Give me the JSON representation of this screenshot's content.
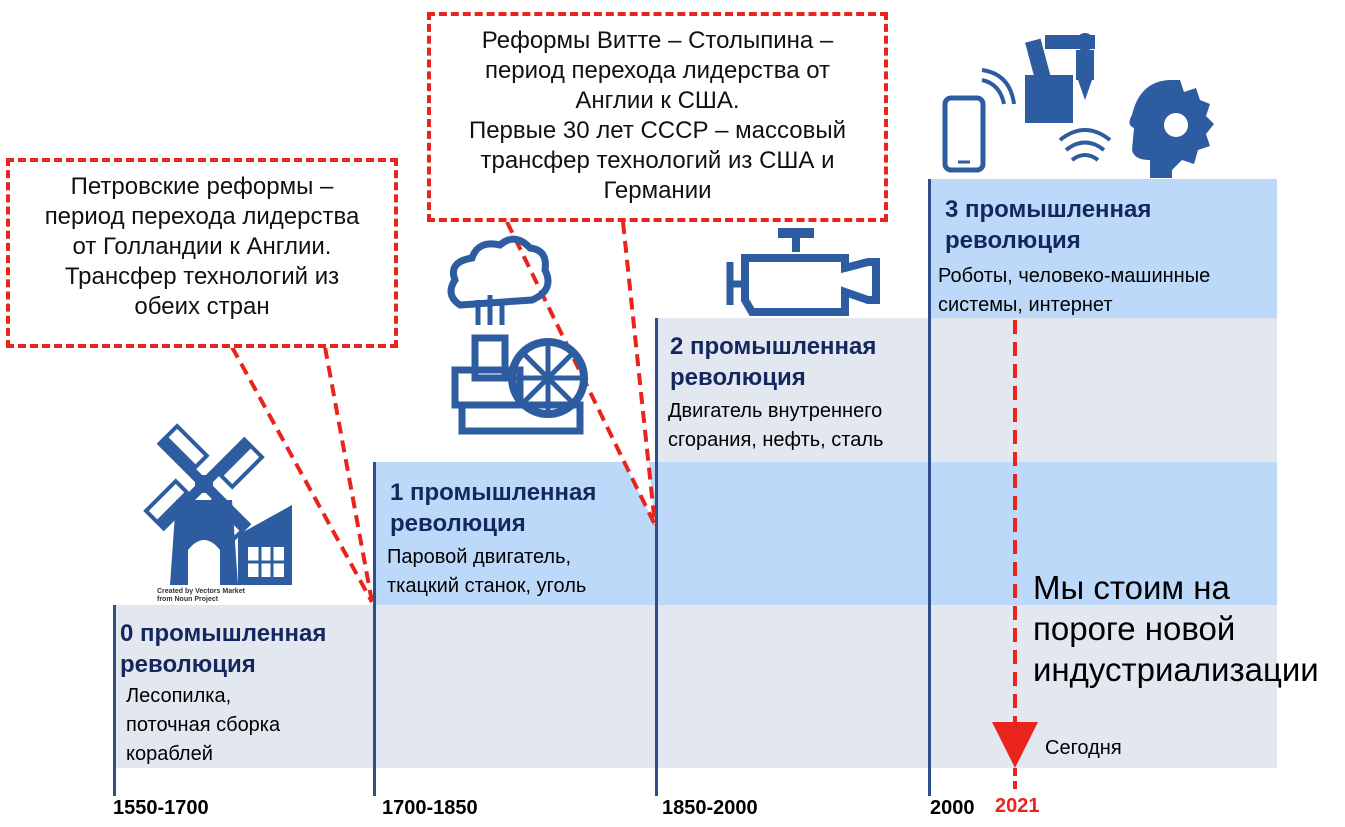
{
  "colors": {
    "band_grey": "#e3e7f0",
    "band_blue": "#bcd9fa",
    "title_navy": "#14285e",
    "icon_blue": "#2e5ca0",
    "accent_red": "#e8241c",
    "timeline_line": "#2f4f8a"
  },
  "eras": [
    {
      "title": "0 промышленная\nреволюция",
      "description": "Лесопилка,\nпоточная сборка\nкораблей",
      "period": "1550-1700",
      "icon": "windmill-factory-icon"
    },
    {
      "title": "1 промышленная\nреволюция",
      "description": "Паровой двигатель,\nткацкий станок, уголь",
      "period": "1700-1850",
      "icon": "steam-engine-icon"
    },
    {
      "title": "2 промышленная\nреволюция",
      "description": "Двигатель внутреннего\nсгорания, нефть, сталь",
      "period": "1850-2000",
      "icon": "engine-icon"
    },
    {
      "title": "3 промышленная\nреволюция",
      "description": "Роботы, человеко-машинные\nсистемы, интернет",
      "period": "2000",
      "icon": "robot-smartphone-ai-icon"
    }
  ],
  "callouts": {
    "petrine": "Петровские реформы –\nпериод перехода лидерства\nот Голландии к Англии.\nТрансфер технологий из\nобеих стран",
    "witte": "Реформы Витте – Столыпина –\nпериод перехода лидерства от\nАнглии к США.\nПервые 30 лет СССР – массовый\nтрансфер технологий из США и\nГермании"
  },
  "today": {
    "year": "2021",
    "label": "Сегодня",
    "statement": "Мы стоим на\nпороге новой\nиндустриализации"
  },
  "icon_credit": "Created by Vectors Market\nfrom Noun Project"
}
